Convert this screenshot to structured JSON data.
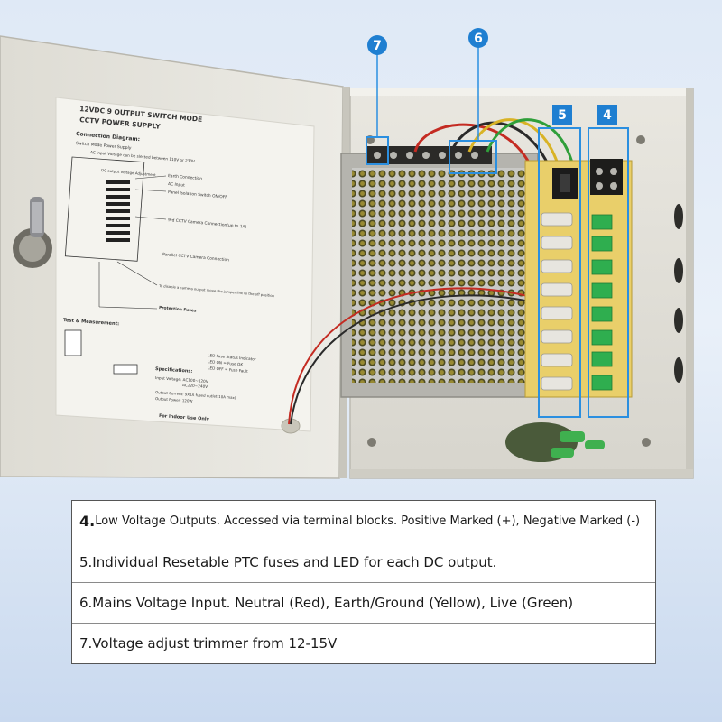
{
  "badges": [
    {
      "id": "7",
      "label": "7"
    },
    {
      "id": "6",
      "label": "6"
    },
    {
      "id": "5",
      "label": "5"
    },
    {
      "id": "4",
      "label": "4"
    }
  ],
  "lid": {
    "title_line1": "12VDC 9 OUTPUT SWITCH MODE",
    "title_line2": "CCTV POWER SUPPLY",
    "diagram_heading": "Connection Diagram:",
    "labels": [
      "Switch Mode Power Supply",
      "AC Input Voltage can be slected between 110V or 230V",
      "DC output Voltage Adjustment",
      "Earth Connection",
      "AC Input",
      "Panel Isolation Switch ON/OFF",
      "9rd CCTV Camera Connection(up to 1A)",
      "Parallel CCTV Camera Connection",
      "To disable a camera output move the jumper link to the off position",
      "Protection Fuses",
      "LED Fuse Status Indicator",
      "LED ON = Fuse OK",
      "LED OFF = Fuse Fault",
      "Test & Measurement:",
      "Specifications:",
      "Input Voltage: AC100~120V",
      "AC220~240V",
      "Output Current: 9X1A fused outlet(10A max)",
      "Output Power: 120W",
      "For Indoor Use Only"
    ]
  },
  "descriptions": [
    {
      "num": "4.",
      "text": "Low Voltage Outputs. Accessed via terminal blocks. Positive Marked (+), Negative Marked (-)"
    },
    {
      "num": "",
      "text": "5.Individual Resetable PTC fuses and LED for each DC output."
    },
    {
      "num": "",
      "text": "6.Mains Voltage Input. Neutral (Red), Earth/Ground (Yellow), Live (Green)"
    },
    {
      "num": "",
      "text": "7.Voltage adjust trimmer from 12-15V"
    }
  ],
  "colors": {
    "badge": "#1f7fd1",
    "highlight_box": "#2b8fe0",
    "enclosure": "#e6e4dc",
    "board": "#e9cf6a",
    "terminal_green": "#2fae4f"
  }
}
